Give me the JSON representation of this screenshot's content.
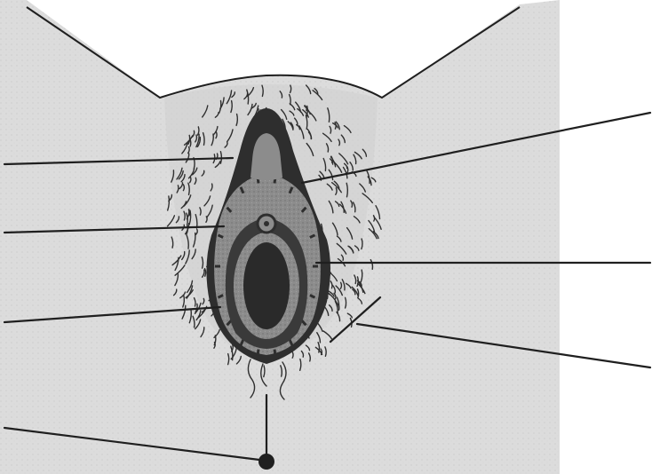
{
  "diagram": {
    "style": "grayscale line illustration",
    "labels": [],
    "pointers": [
      {
        "id": "pointer-left-1"
      },
      {
        "id": "pointer-left-2"
      },
      {
        "id": "pointer-left-3"
      },
      {
        "id": "pointer-left-4"
      },
      {
        "id": "pointer-right-1"
      },
      {
        "id": "pointer-right-2"
      },
      {
        "id": "pointer-right-3"
      }
    ]
  },
  "colors": {
    "background_shade": "#d9d9d9",
    "paper": "#ffffff",
    "dark_fill": "#2e2e2e",
    "mid_fill": "#8a8a8a",
    "line": "#1f1f1f"
  }
}
